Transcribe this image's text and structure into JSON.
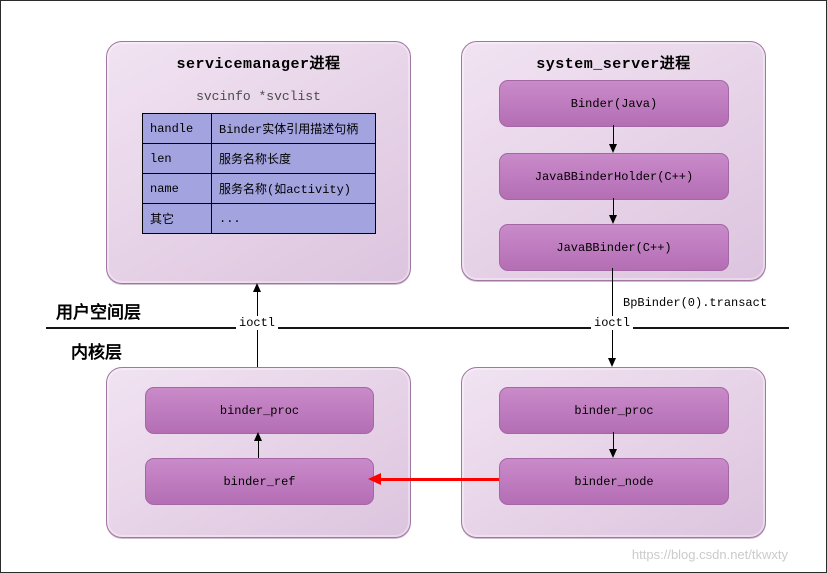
{
  "colors": {
    "outer_box_bg": "#E6D2E7",
    "outer_box_border": "#A276A2",
    "inner_box_bg": "#BD79BD",
    "table_cell_bg": "#A3A3DF",
    "line_black": "#151515",
    "red_arrow": "#FE0000",
    "watermark_gray": "#CBCBCB"
  },
  "top_left": {
    "title": "servicemanager进程",
    "subtitle": "svcinfo *svclist",
    "table": {
      "rows": [
        {
          "key": "handle",
          "value": "Binder实体引用描述句柄"
        },
        {
          "key": "len",
          "value": "服务名称长度"
        },
        {
          "key": "name",
          "value": "服务名称(如activity)"
        },
        {
          "key": "其它",
          "value": "..."
        }
      ]
    }
  },
  "top_right": {
    "title": "system_server进程",
    "nodes": [
      "Binder(Java)",
      "JavaBBinderHolder(C++)",
      "JavaBBinder(C++)"
    ]
  },
  "layers": {
    "user_space_label": "用户空间层",
    "kernel_label": "内核层",
    "ioctl_left": "ioctl",
    "ioctl_right": "ioctl",
    "transact_label": "BpBinder(0).transact"
  },
  "bottom_left": {
    "nodes": [
      "binder_proc",
      "binder_ref"
    ]
  },
  "bottom_right": {
    "nodes": [
      "binder_proc",
      "binder_node"
    ]
  },
  "watermark": "https://blog.csdn.net/tkwxty"
}
